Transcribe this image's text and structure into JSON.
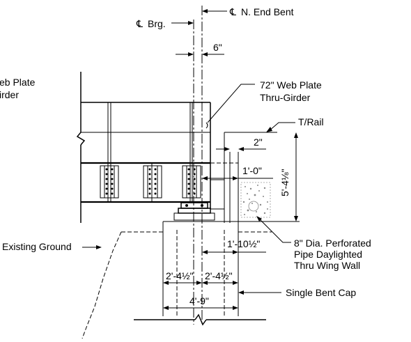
{
  "labels": {
    "cl_symbol_1": "℄",
    "cl_brg": "Brg.",
    "cl_symbol_2": "℄",
    "cl_end_bent": "N. End Bent",
    "dim_6in": "6\"",
    "web_plate_left_1": "eb Plate",
    "web_plate_left_2": "irder",
    "web_plate_right_1": "72\" Web Plate",
    "web_plate_right_2": "Thru-Girder",
    "t_rail": "T/Rail",
    "dim_2in": "2\"",
    "dim_5ft": "5'-4⅛\"",
    "dim_1ft": "1'-0\"",
    "existing_ground": "Existing Ground",
    "dim_1ft10": "1'-10½\"",
    "pipe_1": "8\" Dia. Perforated",
    "pipe_2": "Pipe Daylighted",
    "pipe_3": "Thru Wing Wall",
    "dim_2ft4_left": "2'-4½\"",
    "dim_2ft4_right": "2'-4½\"",
    "single_bent_cap": "Single Bent Cap",
    "dim_4ft9": "4'-9\""
  }
}
